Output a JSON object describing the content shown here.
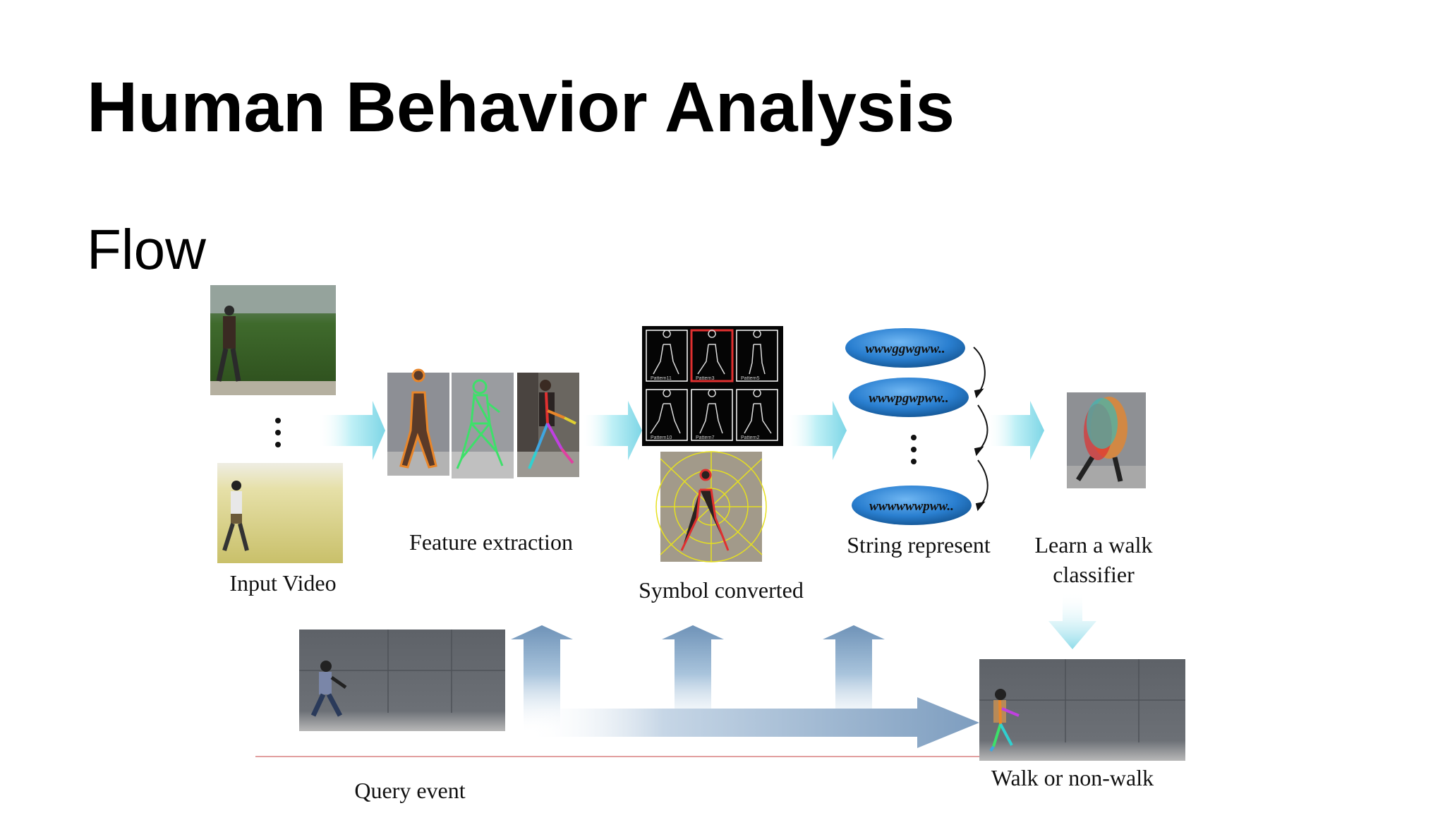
{
  "slide": {
    "title": "Human Behavior Analysis",
    "subtitle": "Flow"
  },
  "diagram": {
    "captions": {
      "input_video": "Input Video",
      "feature_extraction": "Feature extraction",
      "symbol_converted": "Symbol converted",
      "string_represent": "String represent",
      "learn_classifier": "Learn a walk classifier",
      "query_event": "Query event",
      "result": "Walk or non-walk"
    },
    "strings": [
      "wwwggwgww..",
      "wwwpgwpww..",
      "wwwwwwpww.."
    ],
    "pose_grid_labels": [
      "Pattern11",
      "Pattern3",
      "Pattern5",
      "Pattern10",
      "Pattern7",
      "Pattern2"
    ],
    "colors": {
      "arrow": "#9fe3ee",
      "pill": "#1c6ec4",
      "skeleton_green": "#3de06a",
      "outline_orange": "#e8862a",
      "divider": "#d98080"
    }
  }
}
